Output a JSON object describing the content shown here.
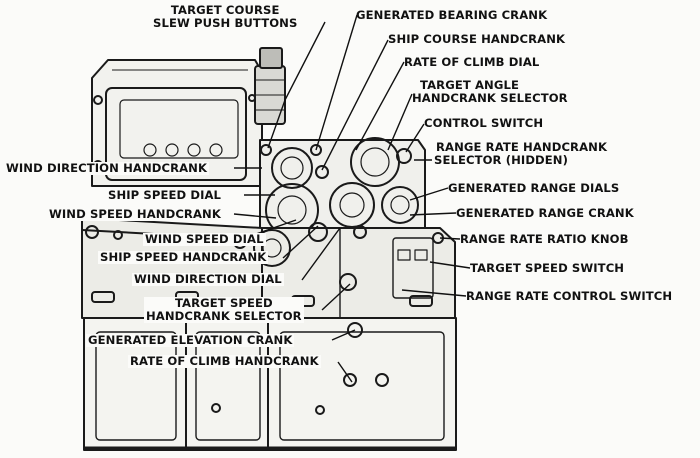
{
  "labels": {
    "target_course_slew": [
      "TARGET COURSE",
      "SLEW PUSH BUTTONS"
    ],
    "generated_bearing_crank": "GENERATED BEARING CRANK",
    "ship_course_handcrank": "SHIP COURSE HANDCRANK",
    "rate_of_climb_dial": "RATE OF CLIMB DIAL",
    "target_angle_selector": [
      "TARGET ANGLE",
      "HANDCRANK SELECTOR"
    ],
    "control_switch": "CONTROL SWITCH",
    "range_rate_handcrank_selector": [
      "RANGE RATE HANDCRANK",
      "SELECTOR (HIDDEN)"
    ],
    "wind_direction_handcrank": "WIND DIRECTION HANDCRANK",
    "ship_speed_dial": "SHIP SPEED DIAL",
    "generated_range_dials": "GENERATED RANGE DIALS",
    "wind_speed_handcrank": "WIND SPEED HANDCRANK",
    "generated_range_crank": "GENERATED RANGE CRANK",
    "wind_speed_dial": "WIND SPEED DIAL",
    "range_rate_ratio_knob": "RANGE RATE RATIO KNOB",
    "ship_speed_handcrank": "SHIP SPEED HANDCRANK",
    "target_speed_switch": "TARGET SPEED SWITCH",
    "wind_direction_dial": "WIND DIRECTION DIAL",
    "range_rate_control_switch": "RANGE RATE CONTROL SWITCH",
    "target_speed_selector": [
      "TARGET SPEED",
      "HANDCRANK SELECTOR"
    ],
    "generated_elevation_crank": "GENERATED ELEVATION CRANK",
    "rate_of_climb_handcrank": "RATE OF CLIMB HANDCRANK"
  }
}
